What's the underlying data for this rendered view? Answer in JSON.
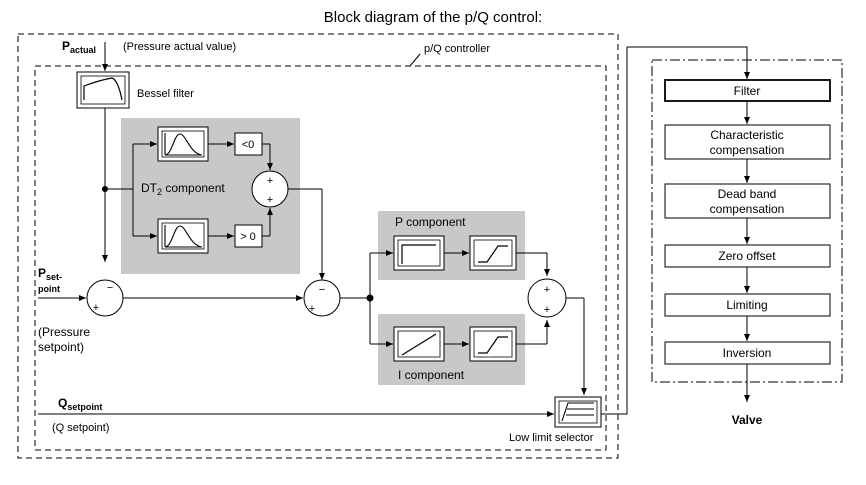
{
  "title": "Block diagram of the p/Q control:",
  "controller_label": "p/Q controller",
  "inputs": {
    "p_actual": {
      "sym": "P",
      "sub": "actual",
      "desc": "(Pressure actual value)"
    },
    "p_setpoint": {
      "sym": "P",
      "sub1": "set-",
      "sub2": "point",
      "desc1": "(Pressure",
      "desc2": "setpoint)"
    },
    "q_setpoint": {
      "sym": "Q",
      "sub": "setpoint",
      "desc": "(Q setpoint)"
    }
  },
  "blocks": {
    "bessel": "Bessel filter",
    "dt2": {
      "main": "DT",
      "sub": "2",
      "rest": " component"
    },
    "lt0": "<0",
    "gt0": "> 0",
    "p_component": "P component",
    "i_component": "I component",
    "low_limit": "Low limit selector"
  },
  "signs": {
    "minus": "−",
    "plus": "+"
  },
  "valve_chain": [
    "Filter",
    "Characteristic compensation",
    "Dead band compensation",
    "Zero offset",
    "Limiting",
    "Inversion"
  ],
  "valve_chain_lines": [
    [
      "Filter"
    ],
    [
      "Characteristic",
      "compensation"
    ],
    [
      "Dead band",
      "compensation"
    ],
    [
      "Zero offset"
    ],
    [
      "Limiting"
    ],
    [
      "Inversion"
    ]
  ],
  "output": "Valve"
}
